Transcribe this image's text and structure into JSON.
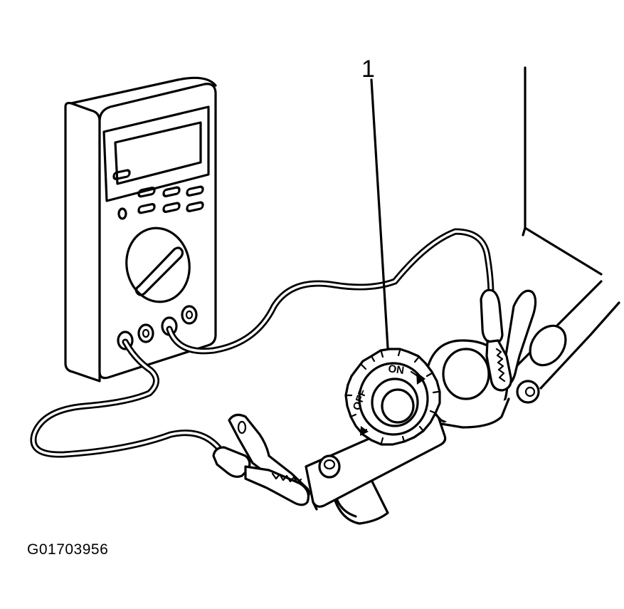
{
  "diagram": {
    "callout_number": "1",
    "dial_labels": {
      "off": "OFF",
      "on": "ON"
    },
    "figure_id": "G01703956"
  }
}
